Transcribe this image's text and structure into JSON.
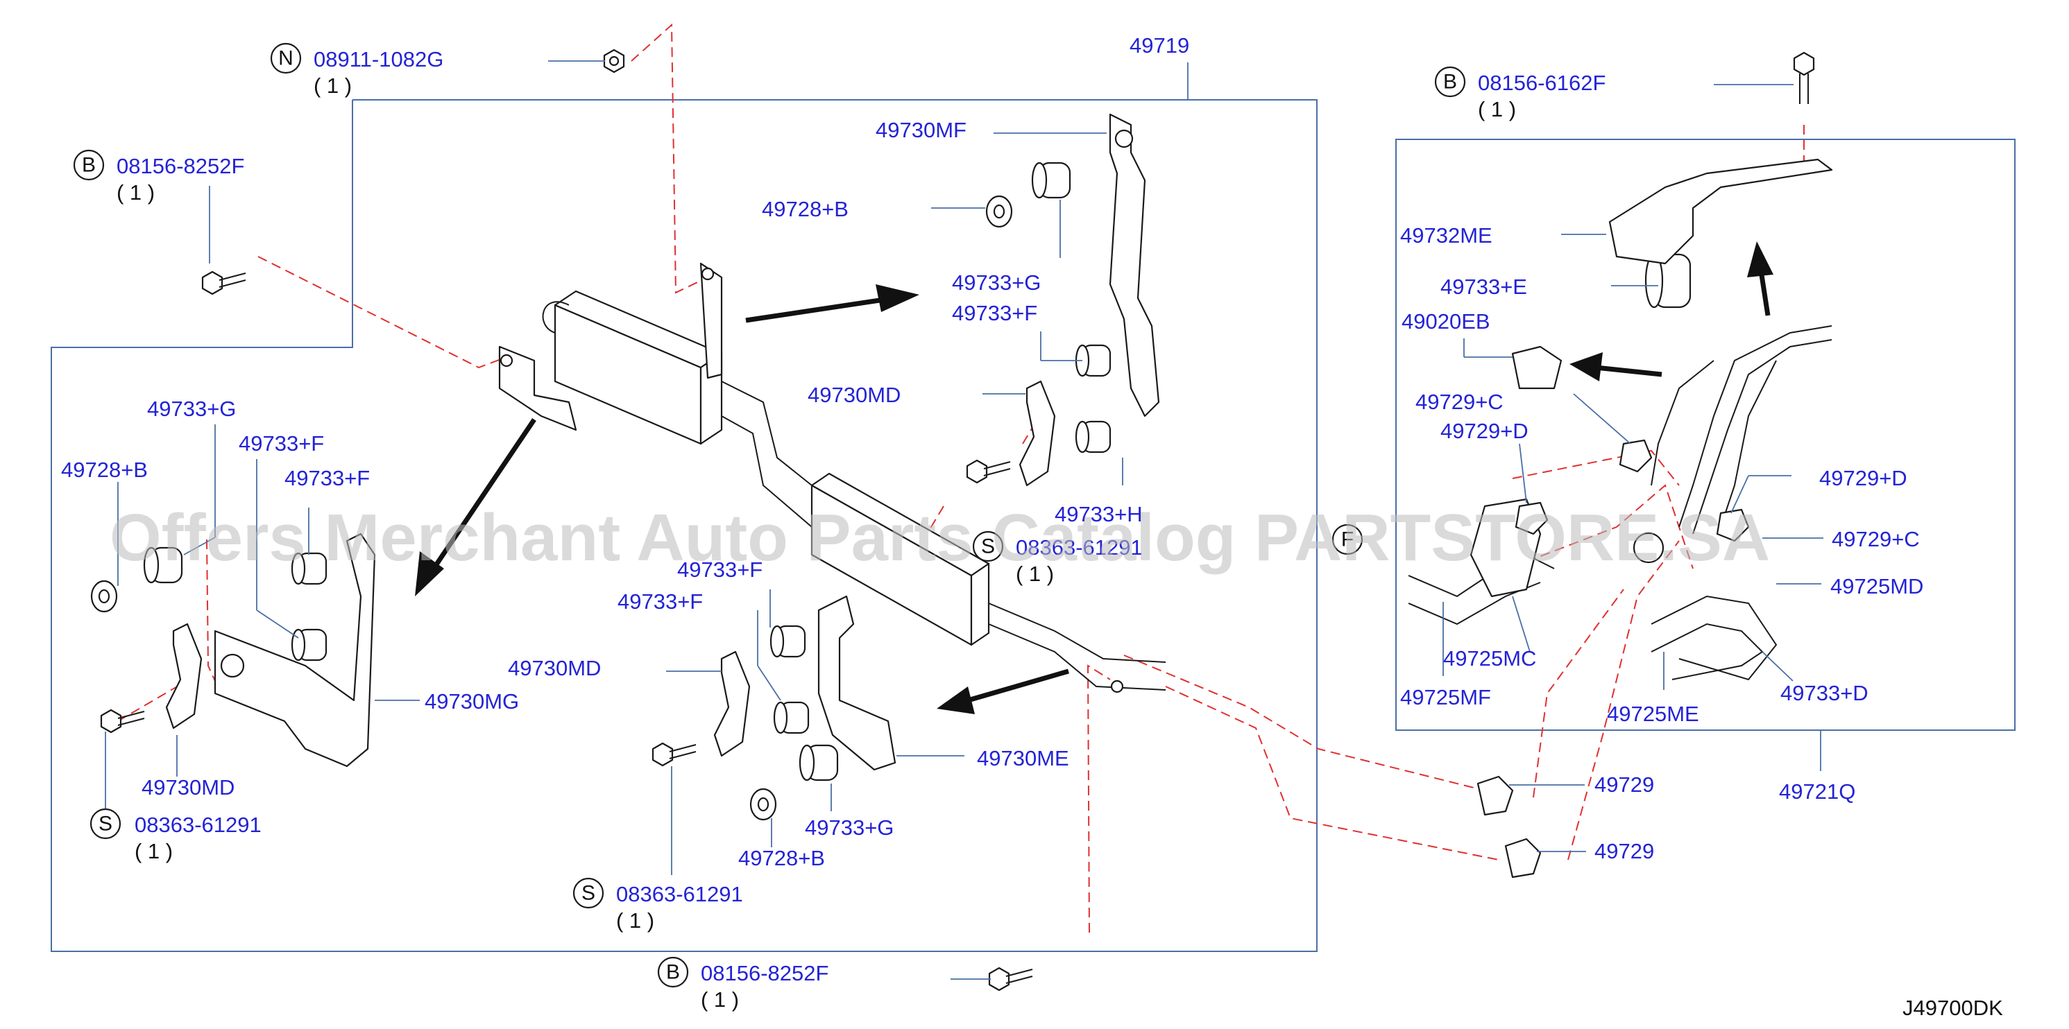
{
  "diagram": {
    "drawing_code": "J49700DK",
    "watermark": "Offers Merchant Auto Parts Catalog PARTSTORE.SA",
    "assembly_labels": {
      "cooler_assy": "49719",
      "tube_assy": "49721Q"
    },
    "fasteners": [
      {
        "symbol": "N",
        "part": "08911-1082G",
        "qty": "( 1 )"
      },
      {
        "symbol": "B",
        "part": "08156-8252F",
        "qty": "( 1 )"
      },
      {
        "symbol": "B",
        "part": "08156-6162F",
        "qty": "( 1 )"
      },
      {
        "symbol": "S",
        "part": "08363-61291",
        "qty": "( 1 )"
      },
      {
        "symbol": "S",
        "part": "08363-61291",
        "qty": "( 1 )"
      },
      {
        "symbol": "S",
        "part": "08363-61291",
        "qty": "( 1 )"
      },
      {
        "symbol": "B",
        "part": "08156-8252F",
        "qty": "( 1 )"
      },
      {
        "symbol": "F",
        "part": "",
        "qty": ""
      }
    ],
    "part_labels": [
      "49730MF",
      "49728+B",
      "49733+G",
      "49733+F",
      "49730MD",
      "49733+G",
      "49733+F",
      "49733+F",
      "49728+B",
      "49730MG",
      "49730MD",
      "49733+F",
      "49733+F",
      "49730MD",
      "49730ME",
      "49733+G",
      "49728+B",
      "49732ME",
      "49733+E",
      "49020EB",
      "49729+C",
      "49729+D",
      "49729+D",
      "49729+C",
      "49725MD",
      "49725MC",
      "49725MF",
      "49725ME",
      "49733+D",
      "49729",
      "49729",
      "49733+H"
    ]
  }
}
